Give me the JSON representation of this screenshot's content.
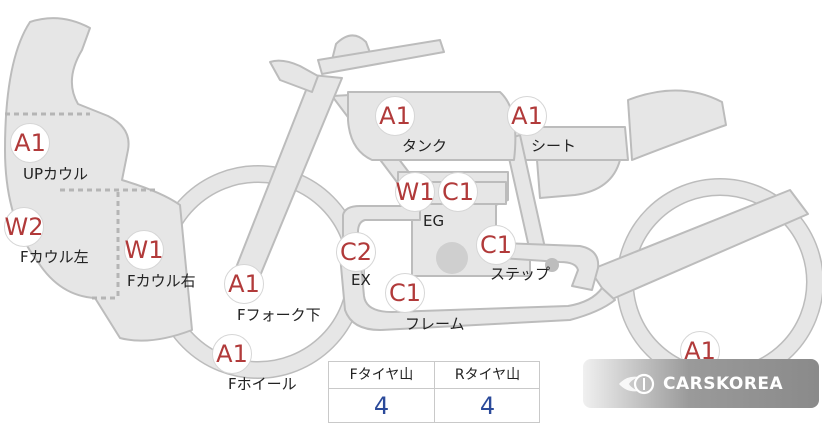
{
  "markers": [
    {
      "id": "up-cowl",
      "code": "A1",
      "label": "UPカウル"
    },
    {
      "id": "f-cowl-left",
      "code": "W2",
      "label": "Fカウル左"
    },
    {
      "id": "f-cowl-right",
      "code": "W1",
      "label": "Fカウル右"
    },
    {
      "id": "f-fork-lower",
      "code": "A1",
      "label": "Fフォーク下"
    },
    {
      "id": "f-wheel",
      "code": "A1",
      "label": "Fホイール"
    },
    {
      "id": "tank",
      "code": "A1",
      "label": "タンク"
    },
    {
      "id": "seat",
      "code": "A1",
      "label": "シート"
    },
    {
      "id": "eg-w",
      "code": "W1",
      "label": ""
    },
    {
      "id": "eg-c",
      "code": "C1",
      "label": "EG"
    },
    {
      "id": "ex",
      "code": "C2",
      "label": "EX"
    },
    {
      "id": "step",
      "code": "C1",
      "label": "ステップ"
    },
    {
      "id": "frame",
      "code": "C1",
      "label": "フレーム"
    },
    {
      "id": "rear",
      "code": "A1",
      "label": ""
    }
  ],
  "tire_table": {
    "front_header": "Fタイヤ山",
    "rear_header": "Rタイヤ山",
    "front_value": "4",
    "rear_value": "4"
  },
  "watermark": {
    "text": "CARSKOREA",
    "icon": "flame-logo-icon"
  },
  "colors": {
    "marker_text": "#b13a3a",
    "tire_value": "#2b4a9a",
    "bike_fill": "#e6e6e6",
    "bike_stroke": "#bdbdbd"
  }
}
